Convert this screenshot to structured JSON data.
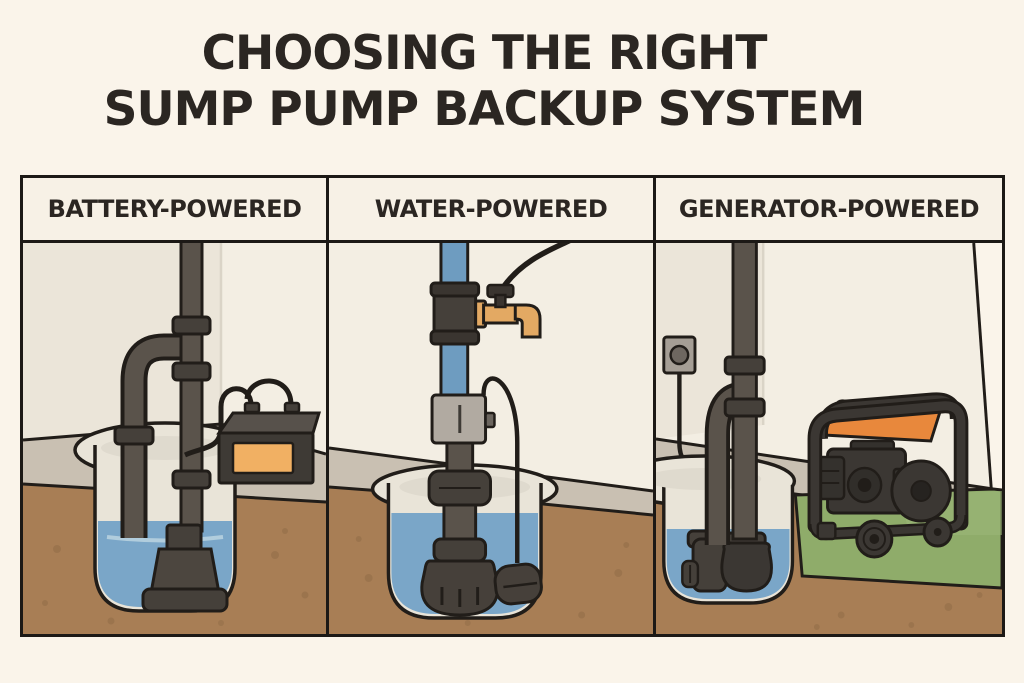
{
  "title": {
    "line1": "CHOOSING THE RIGHT",
    "line2": "SUMP PUMP BACKUP SYSTEM"
  },
  "panels": [
    {
      "id": "battery",
      "label": "BATTERY-POWERED"
    },
    {
      "id": "water",
      "label": "WATER-POWERED"
    },
    {
      "id": "generator",
      "label": "GENERATOR-POWERED"
    }
  ],
  "colors": {
    "background": "#FAF4EA",
    "title_text": "#2B2622",
    "border": "#1C1916",
    "header_bg": "#F7F1E6",
    "wall": "#F3EEE3",
    "wall_shade": "#EBE5D9",
    "floor": "#C9C0B2",
    "pit_rim": "#E9E4D8",
    "dirt": "#A87E55",
    "dirt_speckle": "#8F6B47",
    "water": "#7AA6C8",
    "water_highlight": "#BBD3E1",
    "pipe_dark": "#5A534B",
    "fitting_dark": "#45403A",
    "outline": "#211D19",
    "battery_body": "#3E3A35",
    "battery_label": "#F1B063",
    "supply_pipe_blue": "#6E9CC0",
    "brass": "#E3A963",
    "ejector_gray": "#B1AAA1",
    "generator_orange": "#E8883C",
    "generator_dark": "#3B3733",
    "grass": "#8FAC6A",
    "outlet_gray": "#A59E95"
  }
}
